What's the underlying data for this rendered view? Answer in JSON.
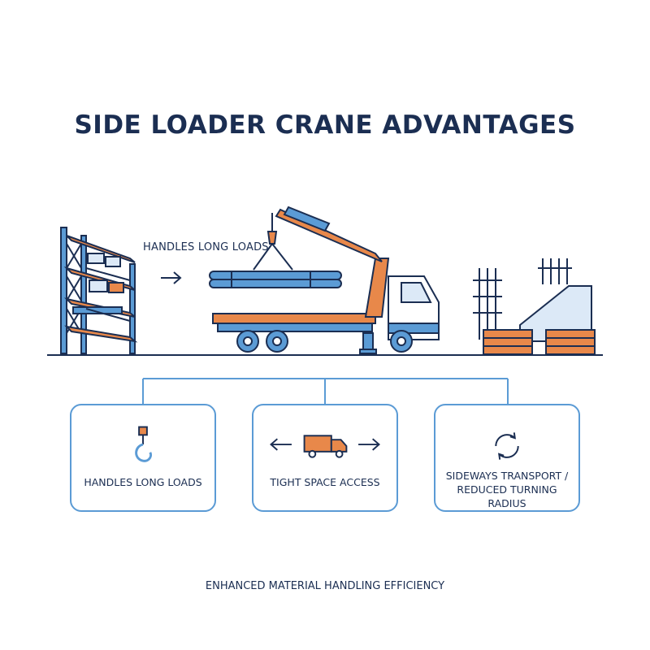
{
  "title": "SIDE LOADER CRANE ADVANTAGES",
  "scene": {
    "label": "HANDLES LONG LOADS"
  },
  "cards": [
    {
      "label": "HANDLES LONG LOADS",
      "icon": "hook-icon"
    },
    {
      "label": "TIGHT SPACE ACCESS",
      "icon": "truck-arrows-icon"
    },
    {
      "label": "SIDEWAYS TRANSPORT / REDUCED TURNING RADIUS",
      "icon": "rotate-arrows-icon"
    }
  ],
  "footer": "ENHANCED MATERIAL HANDLING EFFICIENCY",
  "colors": {
    "navy": "#1b2e52",
    "blue": "#5b9bd5",
    "orange": "#e8884a",
    "light_blue": "#dce9f7"
  }
}
